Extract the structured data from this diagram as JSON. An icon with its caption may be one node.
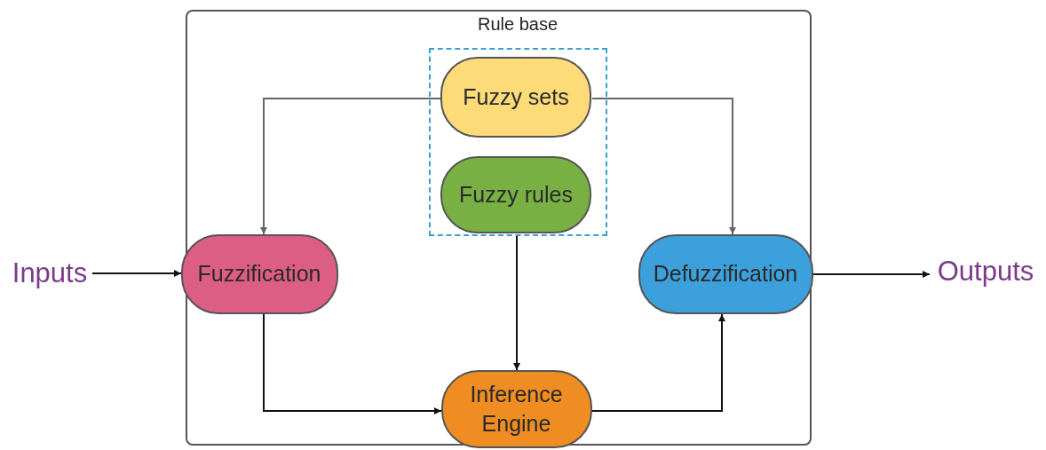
{
  "diagram": {
    "nodes": [
      {
        "text": [],
        "shape": "box"
      },
      {
        "text": [
          "Rule base"
        ],
        "in": 0
      },
      {
        "text": [
          "Fuzzy sets"
        ],
        "in": 1
      },
      {
        "text": [
          "Fuzzy rules"
        ],
        "in": 1
      },
      {
        "text": [
          "Inputs"
        ]
      },
      {
        "text": [
          "Fuzzification"
        ],
        "in": 0
      },
      {
        "text": [
          "Defuzzification"
        ],
        "in": 0
      },
      {
        "text": [
          "Inference Engine"
        ],
        "in": 0
      },
      {
        "text": [
          "Outputs"
        ]
      }
    ],
    "edges": [
      {
        "from": 2,
        "to": 5,
        "arrow": "to",
        "color": "#666666"
      },
      {
        "from": 2,
        "to": 6,
        "arrow": "to",
        "color": "#666666"
      },
      {
        "from": 3,
        "to": 7,
        "arrow": "to"
      },
      {
        "from": 4,
        "to": 5,
        "arrow": "to"
      },
      {
        "from": 5,
        "to": 7,
        "arrow": "to"
      },
      {
        "from": 7,
        "to": 6,
        "arrow": "to"
      },
      {
        "from": 6,
        "to": 8,
        "arrow": "to"
      }
    ]
  }
}
